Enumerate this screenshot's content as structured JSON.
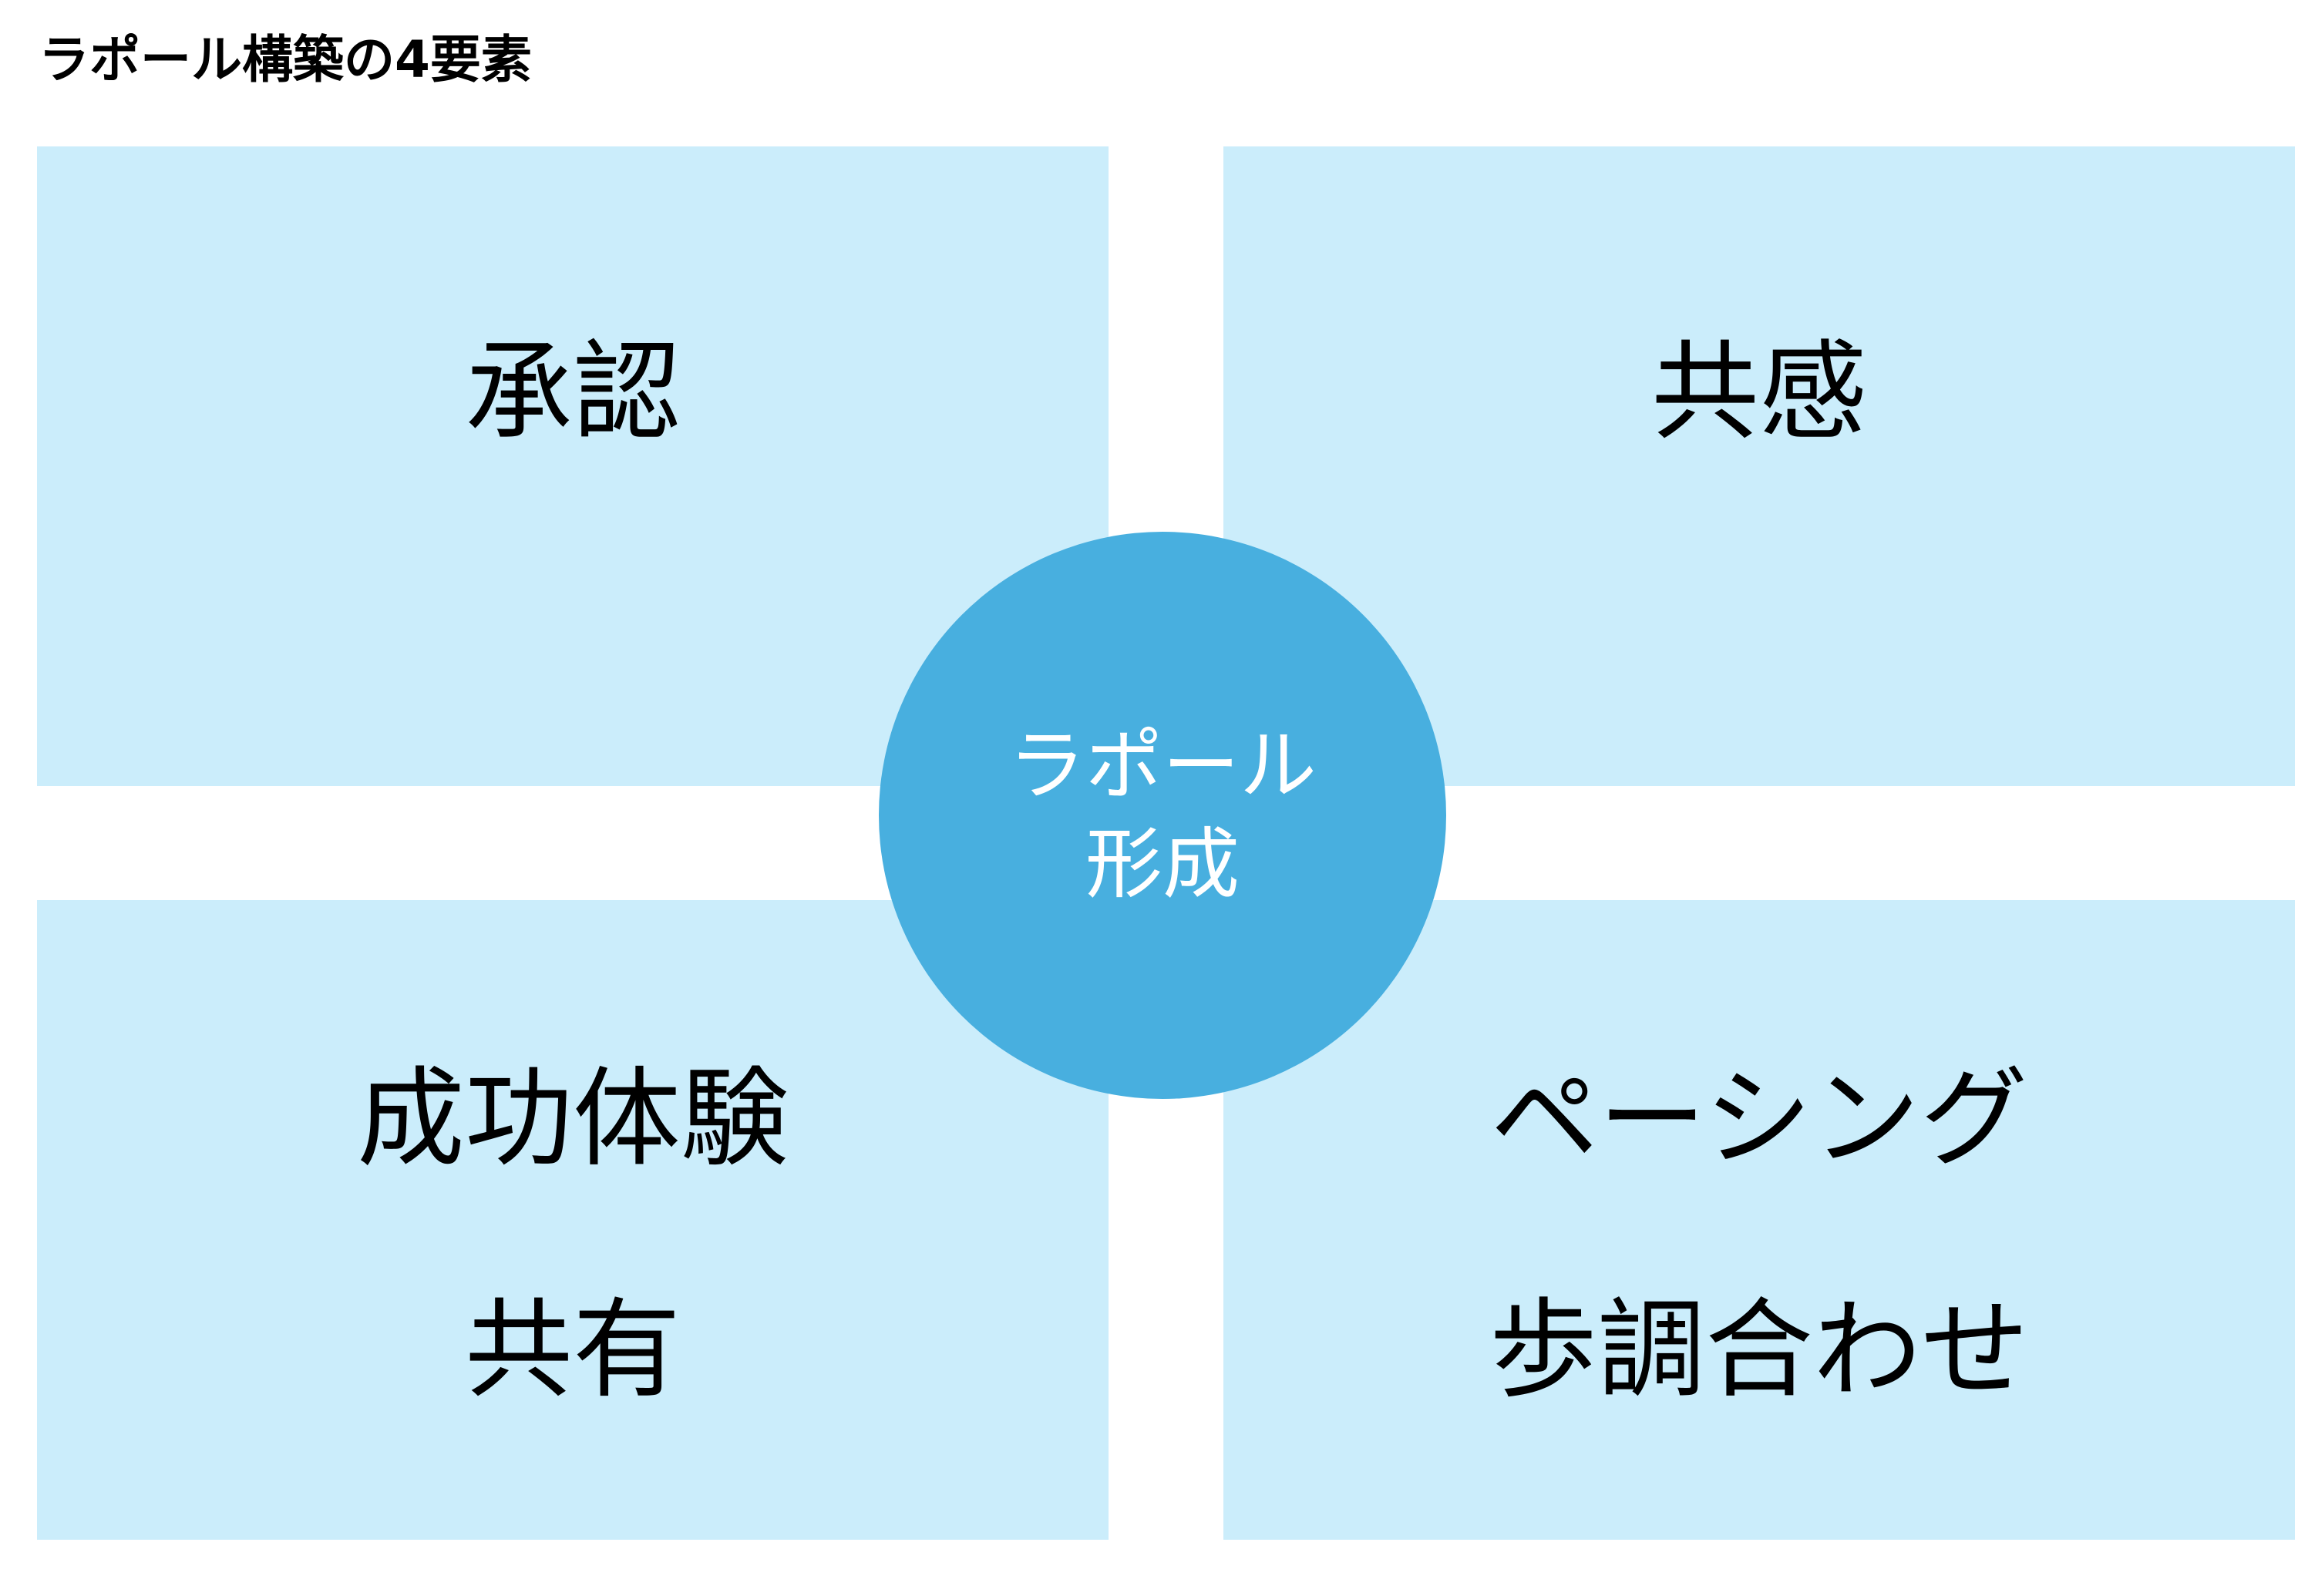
{
  "title": "ラポール構築の4要素",
  "colors": {
    "quadrant_fill": "#CBEDFB",
    "center_fill": "#48AFDF",
    "center_text": "#FFFFFF",
    "text": "#000000"
  },
  "center": {
    "line1": "ラポール",
    "line2": "形成"
  },
  "quadrants": {
    "top_left": {
      "line1": "承認"
    },
    "top_right": {
      "line1": "共感"
    },
    "bottom_left": {
      "line1": "成功体験",
      "line2": "共有"
    },
    "bottom_right": {
      "line1": "ペーシング",
      "line2": "歩調合わせ"
    }
  }
}
